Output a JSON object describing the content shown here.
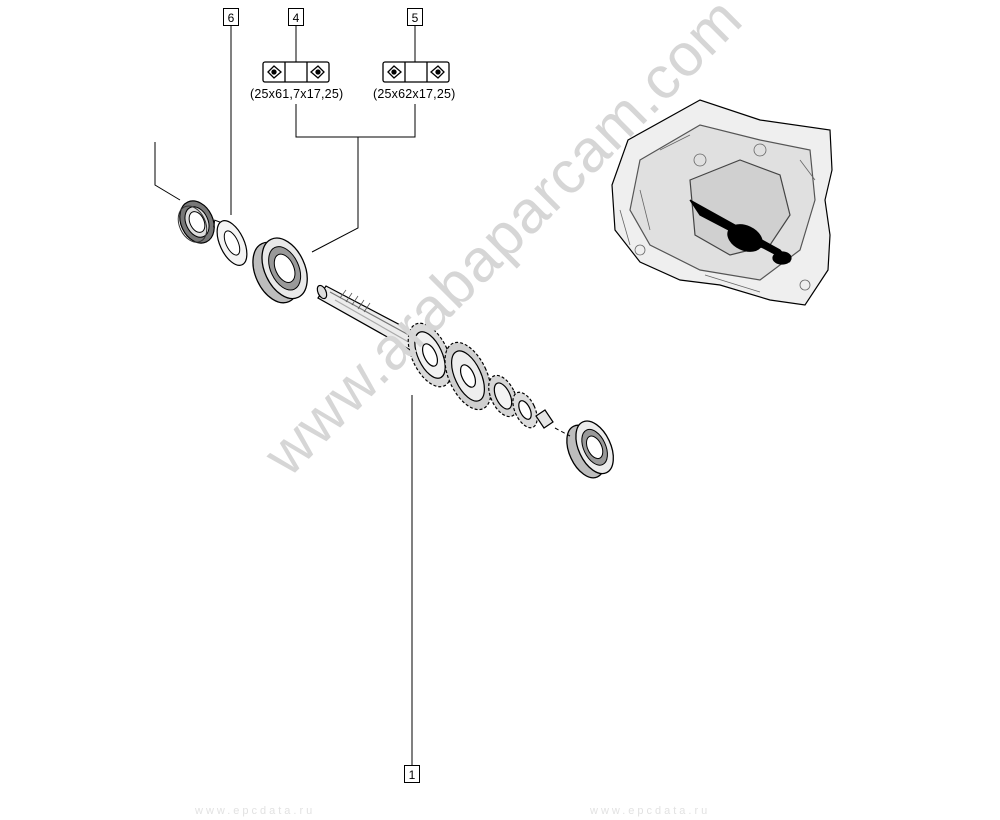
{
  "callouts": {
    "c6": "6",
    "c4": "4",
    "c5": "5",
    "c1": "1"
  },
  "bearing_specs": {
    "spec4": "(25x61,7x17,25)",
    "spec5": "(25x62x17,25)"
  },
  "watermark": "www.arabaparcam.com",
  "footer_watermarks": [
    "www.epcdata.ru",
    "www.epcdata.ru"
  ]
}
